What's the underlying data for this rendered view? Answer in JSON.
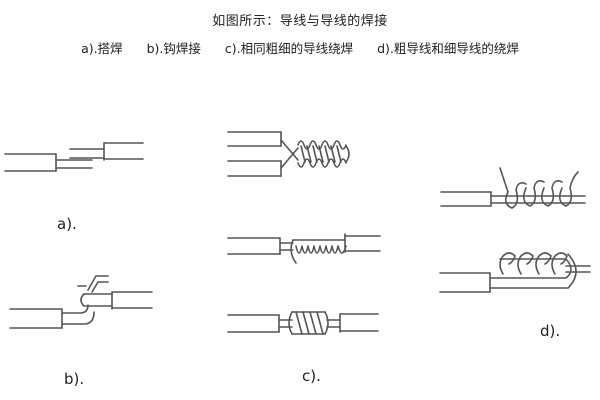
{
  "header": {
    "title": "如图所示：导线与导线的焊接"
  },
  "legend": {
    "items": [
      {
        "key": "a",
        "label": "a).搭焊"
      },
      {
        "key": "b",
        "label": "b).钩焊接"
      },
      {
        "key": "c",
        "label": "c).相同粗细的导线绕焊"
      },
      {
        "key": "d",
        "label": "d).粗导线和细导线的绕焊"
      }
    ]
  },
  "figures": {
    "a": {
      "label": "a)."
    },
    "b": {
      "label": "b)."
    },
    "c": {
      "label": "c)."
    },
    "d": {
      "label": "d)."
    }
  },
  "colors": {
    "background": "#ffffff",
    "line": "#555555",
    "text": "#222222"
  }
}
